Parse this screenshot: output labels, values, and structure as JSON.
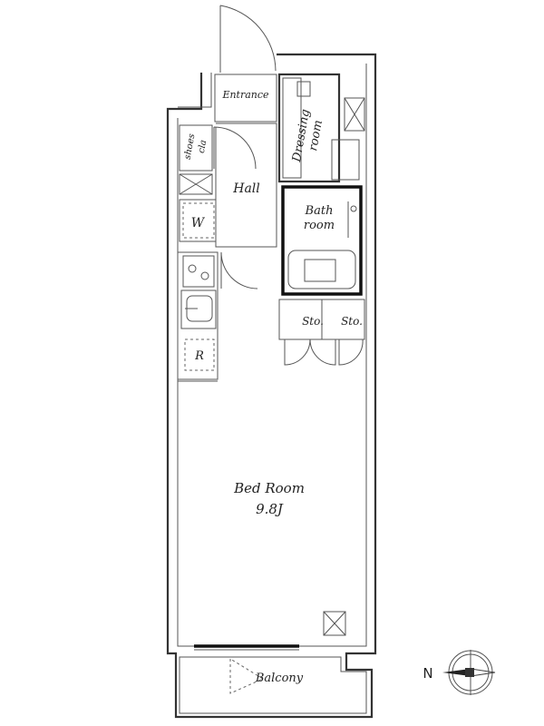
{
  "rooms": {
    "entrance": "Entrance",
    "dressing_line1": "Dressing",
    "dressing_line2": "room",
    "shoes_line1": "shoes",
    "shoes_line2": "cla",
    "hall": "Hall",
    "washer": "W",
    "bath_line1": "Bath",
    "bath_line2": "room",
    "storage_left": "Sto.",
    "storage_right": "Sto.",
    "refrigerator": "R",
    "bedroom": "Bed Room",
    "bedroom_size": "9.8J",
    "balcony": "Balcony"
  },
  "compass": {
    "label": "N"
  }
}
